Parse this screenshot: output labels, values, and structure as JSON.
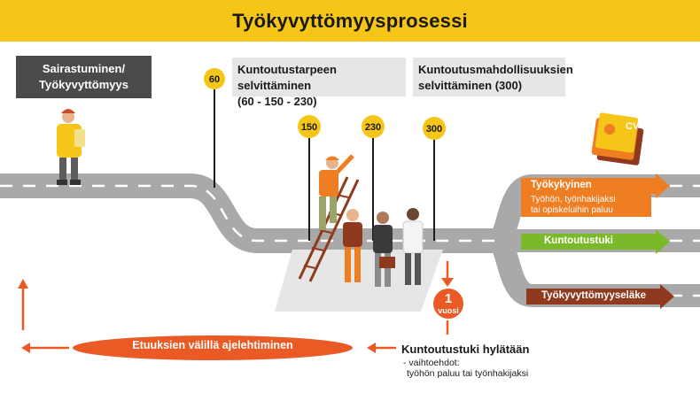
{
  "title": "Työkyvyttömyysprosessi",
  "boxes": {
    "sick": {
      "line1": "Sairastuminen/",
      "line2": "Työkyvyttömyys"
    },
    "assessment": {
      "line1": "Kuntoutustarpeen selvittäminen",
      "line2": "(60 - 150 - 230)"
    },
    "options": {
      "line1": "Kuntoutusmahdollisuuksien",
      "line2": "selvittäminen (300)"
    }
  },
  "markers": {
    "m60": "60",
    "m150": "150",
    "m230": "230",
    "m300": "300"
  },
  "routes": {
    "able": {
      "label": "Työkykyinen",
      "sub1": "Työhön, työnhakijaksi",
      "sub2": "tai opiskeluihin paluu"
    },
    "rehab": {
      "label": "Kuntoutustuki"
    },
    "pension": {
      "label": "Työkyvyttömyyseläke"
    }
  },
  "year_badge": {
    "number": "1",
    "unit": "vuosi"
  },
  "drift": {
    "label": "Etuuksien välillä ajelehtiminen"
  },
  "rejection": {
    "title": "Kuntoutustuki hylätään",
    "sub1": "- vaihtoehdot:",
    "sub2": "työhön paluu tai työnhakijaksi"
  },
  "cv_card": {
    "label": "CV"
  },
  "colors": {
    "yellow": "#f5c518",
    "orange": "#ef7d22",
    "green": "#7ab929",
    "brown": "#8f3a1f",
    "red_orange": "#ea5a25",
    "road": "#a9a9a9"
  }
}
